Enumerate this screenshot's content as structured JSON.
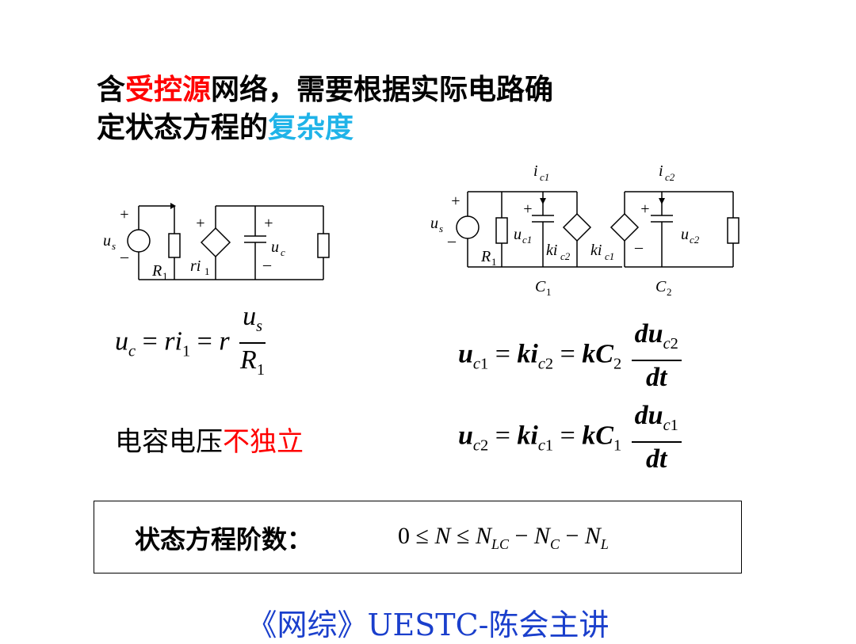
{
  "title": {
    "line1_a": "含",
    "line1_red": "受控源",
    "line1_b": "网络，需要根据实际电路确",
    "line2_a": "定状态方程的",
    "line2_cyan": "复杂度"
  },
  "colors": {
    "highlight_red": "#ff0000",
    "highlight_cyan": "#1fb3e8",
    "footer_blue": "#1a3fcc"
  },
  "circuit_left": {
    "labels": [
      "+",
      "u",
      "s",
      "–",
      "R",
      "1",
      "+",
      "ri",
      "1",
      "+",
      "u",
      "c",
      "–"
    ]
  },
  "circuit_right": {
    "labels": [
      "i",
      "c1",
      "i",
      "c2",
      "+",
      "u",
      "s",
      "–",
      "R",
      "1",
      "+",
      "u",
      "c1",
      "ki",
      "c2",
      "ki",
      "c1",
      "+",
      "–",
      "u",
      "c2",
      "C",
      "1",
      "C",
      "2"
    ]
  },
  "eq_left": {
    "text": "u_c = ri_1 = r u_s / R_1"
  },
  "eq_right1": {
    "text": "u_c1 = ki_c2 = kC_2 du_c2/dt"
  },
  "eq_right2": {
    "text": "u_c2 = ki_c1 = kC_1 du_c1/dt"
  },
  "statement": {
    "black": "电容电压",
    "red": "不独立"
  },
  "box": {
    "label": "状态方程阶数：",
    "formula": "0 ≤ N ≤ N_LC − N_C − N_L"
  },
  "footer": "《网综》UESTC-陈会主讲"
}
